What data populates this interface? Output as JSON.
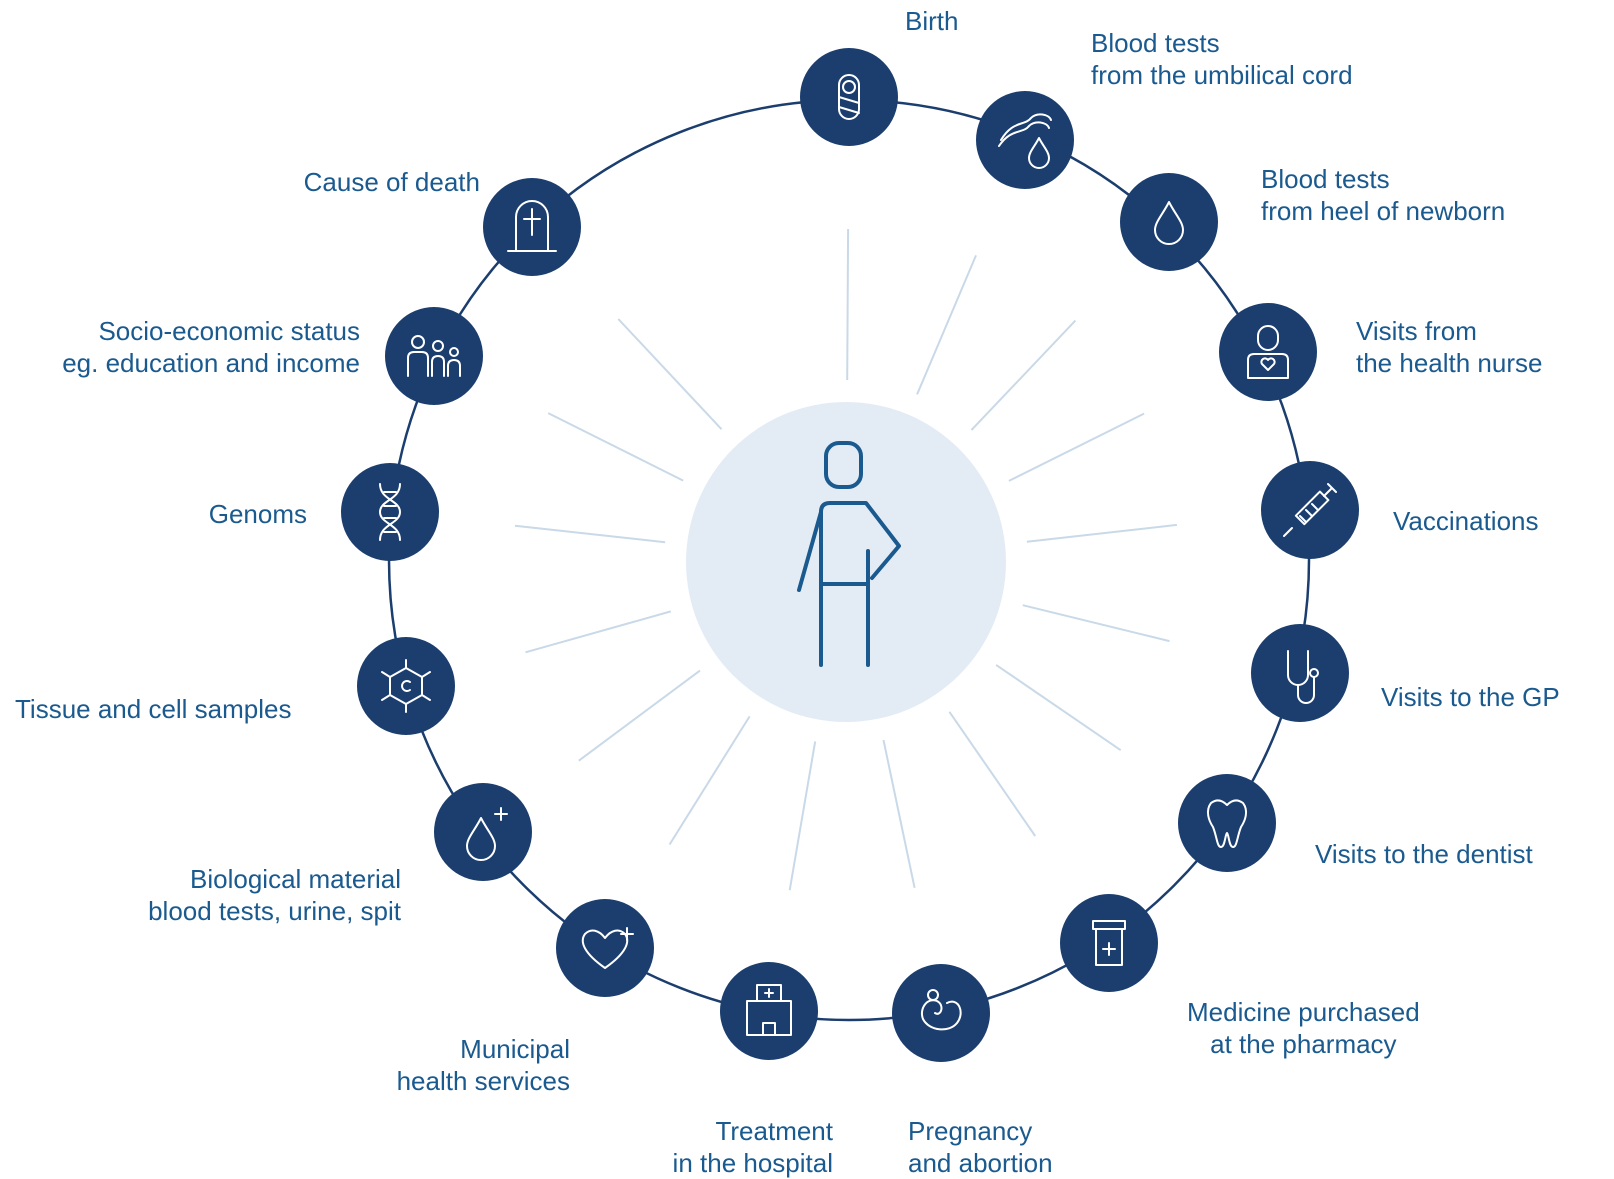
{
  "colors": {
    "node_fill": "#1b3e6f",
    "ring": "#1b3e6f",
    "spoke": "#c9d9e8",
    "center_fill": "#e3ecf5",
    "person_stroke": "#1a5a8f",
    "label_text": "#1a5a8f"
  },
  "center": {
    "icon": "person-icon"
  },
  "nodes": [
    {
      "id": "birth",
      "icon": "baby-icon",
      "label": [
        "Birth"
      ]
    },
    {
      "id": "cord-blood",
      "icon": "umbilical-blood-icon",
      "label": [
        "Blood tests",
        "from the umbilical cord"
      ]
    },
    {
      "id": "heel-blood",
      "icon": "blood-drop-icon",
      "label": [
        "Blood tests",
        "from heel of newborn"
      ]
    },
    {
      "id": "health-nurse",
      "icon": "nurse-icon",
      "label": [
        "Visits from",
        "the health nurse"
      ]
    },
    {
      "id": "vaccinations",
      "icon": "syringe-icon",
      "label": [
        "Vaccinations"
      ]
    },
    {
      "id": "gp",
      "icon": "stethoscope-icon",
      "label": [
        "Visits to the GP"
      ]
    },
    {
      "id": "dentist",
      "icon": "tooth-icon",
      "label": [
        "Visits to the dentist"
      ]
    },
    {
      "id": "pharmacy",
      "icon": "medicine-jar-icon",
      "label": [
        "Medicine purchased",
        "at the pharmacy"
      ]
    },
    {
      "id": "pregnancy",
      "icon": "fetus-icon",
      "label": [
        "Pregnancy",
        "and abortion"
      ]
    },
    {
      "id": "hospital",
      "icon": "hospital-icon",
      "label": [
        "Treatment",
        "in the hospital"
      ]
    },
    {
      "id": "municipal",
      "icon": "heart-plus-icon",
      "label": [
        "Municipal",
        "health services"
      ]
    },
    {
      "id": "bio-material",
      "icon": "drop-plus-icon",
      "label": [
        "Biological material",
        "blood tests, urine, spit"
      ]
    },
    {
      "id": "tissue",
      "icon": "cell-icon",
      "label": [
        "Tissue and cell samples"
      ]
    },
    {
      "id": "genoms",
      "icon": "dna-icon",
      "label": [
        "Genoms"
      ]
    },
    {
      "id": "socio-economic",
      "icon": "family-icon",
      "label": [
        "Socio-economic status",
        "eg. education and income"
      ]
    },
    {
      "id": "cause-of-death",
      "icon": "gravestone-icon",
      "label": [
        "Cause of death"
      ]
    }
  ]
}
